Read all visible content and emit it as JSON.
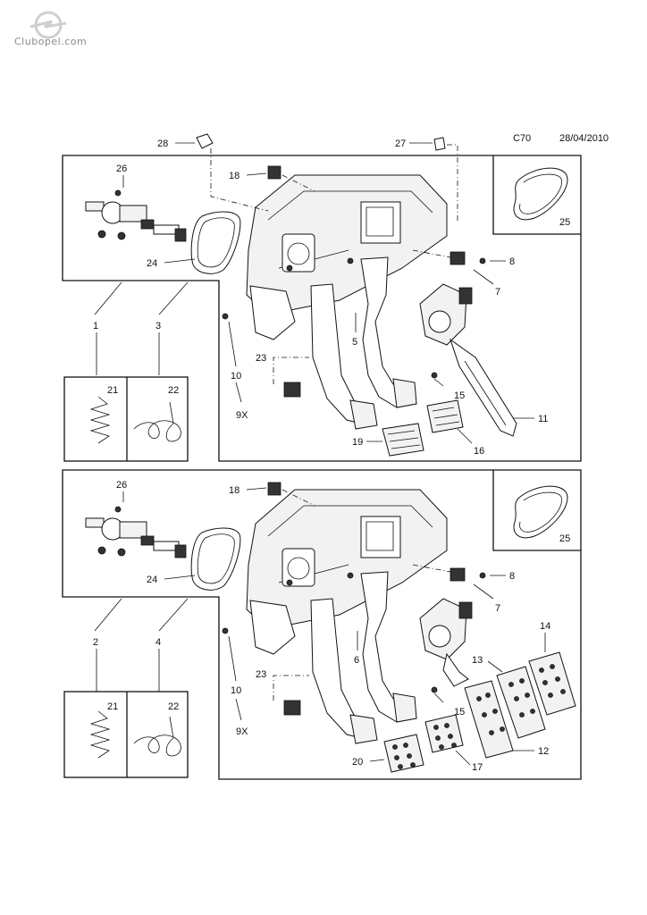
{
  "watermark": {
    "text": "Clubopel.com"
  },
  "header": {
    "page_code": "C70",
    "date": "28/04/2010"
  },
  "panels": {
    "top": {
      "callouts": [
        "28",
        "27",
        "26",
        "18",
        "24",
        "25",
        "8",
        "7",
        "5",
        "1",
        "3",
        "10",
        "23",
        "9X",
        "15",
        "11",
        "19",
        "16",
        "21",
        "22"
      ]
    },
    "bottom": {
      "callouts": [
        "26",
        "18",
        "25",
        "24",
        "8",
        "7",
        "2",
        "4",
        "6",
        "10",
        "23",
        "14",
        "13",
        "21",
        "22",
        "15",
        "9X",
        "12",
        "20",
        "17"
      ]
    }
  },
  "labels": {
    "t28": "28",
    "t27": "27",
    "t26": "26",
    "t18": "18",
    "t24": "24",
    "t25": "25",
    "t8": "8",
    "t7": "7",
    "t5": "5",
    "t1": "1",
    "t3": "3",
    "t10": "10",
    "t23": "23",
    "t9x": "9X",
    "t15": "15",
    "t11": "11",
    "t19": "19",
    "t16": "16",
    "t21": "21",
    "t22": "22",
    "b26": "26",
    "b18": "18",
    "b25": "25",
    "b24": "24",
    "b8": "8",
    "b7": "7",
    "b2": "2",
    "b4": "4",
    "b6": "6",
    "b10": "10",
    "b23": "23",
    "b14": "14",
    "b13": "13",
    "b21": "21",
    "b22": "22",
    "b15": "15",
    "b9x": "9X",
    "b12": "12",
    "b20": "20",
    "b17": "17"
  },
  "colors": {
    "line": "#111111",
    "background": "#ffffff",
    "shade": "#f2f2f2"
  }
}
